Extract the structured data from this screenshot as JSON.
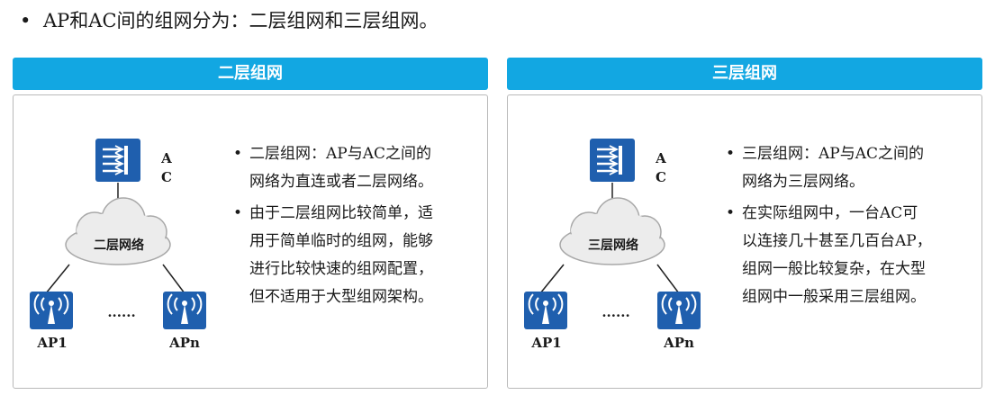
{
  "headline": "AP和AC间的组网分为：二层组网和三层组网。",
  "panels": [
    {
      "title": "二层组网",
      "ac_label_1": "A",
      "ac_label_2": "C",
      "cloud_label": "二层网络",
      "ap1_label": "AP1",
      "apn_label": "APn",
      "ellipsis": "......",
      "bullets": [
        [
          "二层组网：AP与AC之间的",
          "网络为直连或者二层网络。"
        ],
        [
          "由于二层组网比较简单，适",
          "用于简单临时的组网，能够",
          "进行比较快速的组网配置，",
          "但不适用于大型组网架构。"
        ]
      ]
    },
    {
      "title": "三层组网",
      "ac_label_1": "A",
      "ac_label_2": "C",
      "cloud_label": "三层网络",
      "ap1_label": "AP1",
      "apn_label": "APn",
      "ellipsis": "......",
      "bullets": [
        [
          "三层组网：AP与AC之间的",
          "网络为三层网络。"
        ],
        [
          "在实际组网中，一台AC可",
          "以连接几十甚至几百台AP，",
          "组网一般比较复杂，在大型",
          "组网中一般采用三层组网。"
        ]
      ]
    }
  ],
  "colors": {
    "header_blue": "#12a7e2",
    "icon_blue": "#1f5fae"
  }
}
